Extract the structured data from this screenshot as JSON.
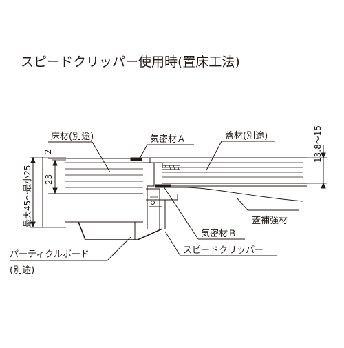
{
  "title": "スピードクリッパー使用時(置床工法)",
  "labels": {
    "floor_material": "床材(別途)",
    "airtight_a": "気密材Ａ",
    "lid_material": "蓋材(別途)",
    "lid_reinforcement": "蓋補強材",
    "airtight_b": "気密材Ｂ",
    "speed_clipper": "スピードクリッパー",
    "particle_board_1": "パーティクルボード",
    "particle_board_2": "(別途)"
  },
  "dimensions": {
    "top_gap": "2",
    "board_thickness": "23",
    "min_max": "最大45～最小25",
    "lid_thickness": "13.8～15"
  }
}
